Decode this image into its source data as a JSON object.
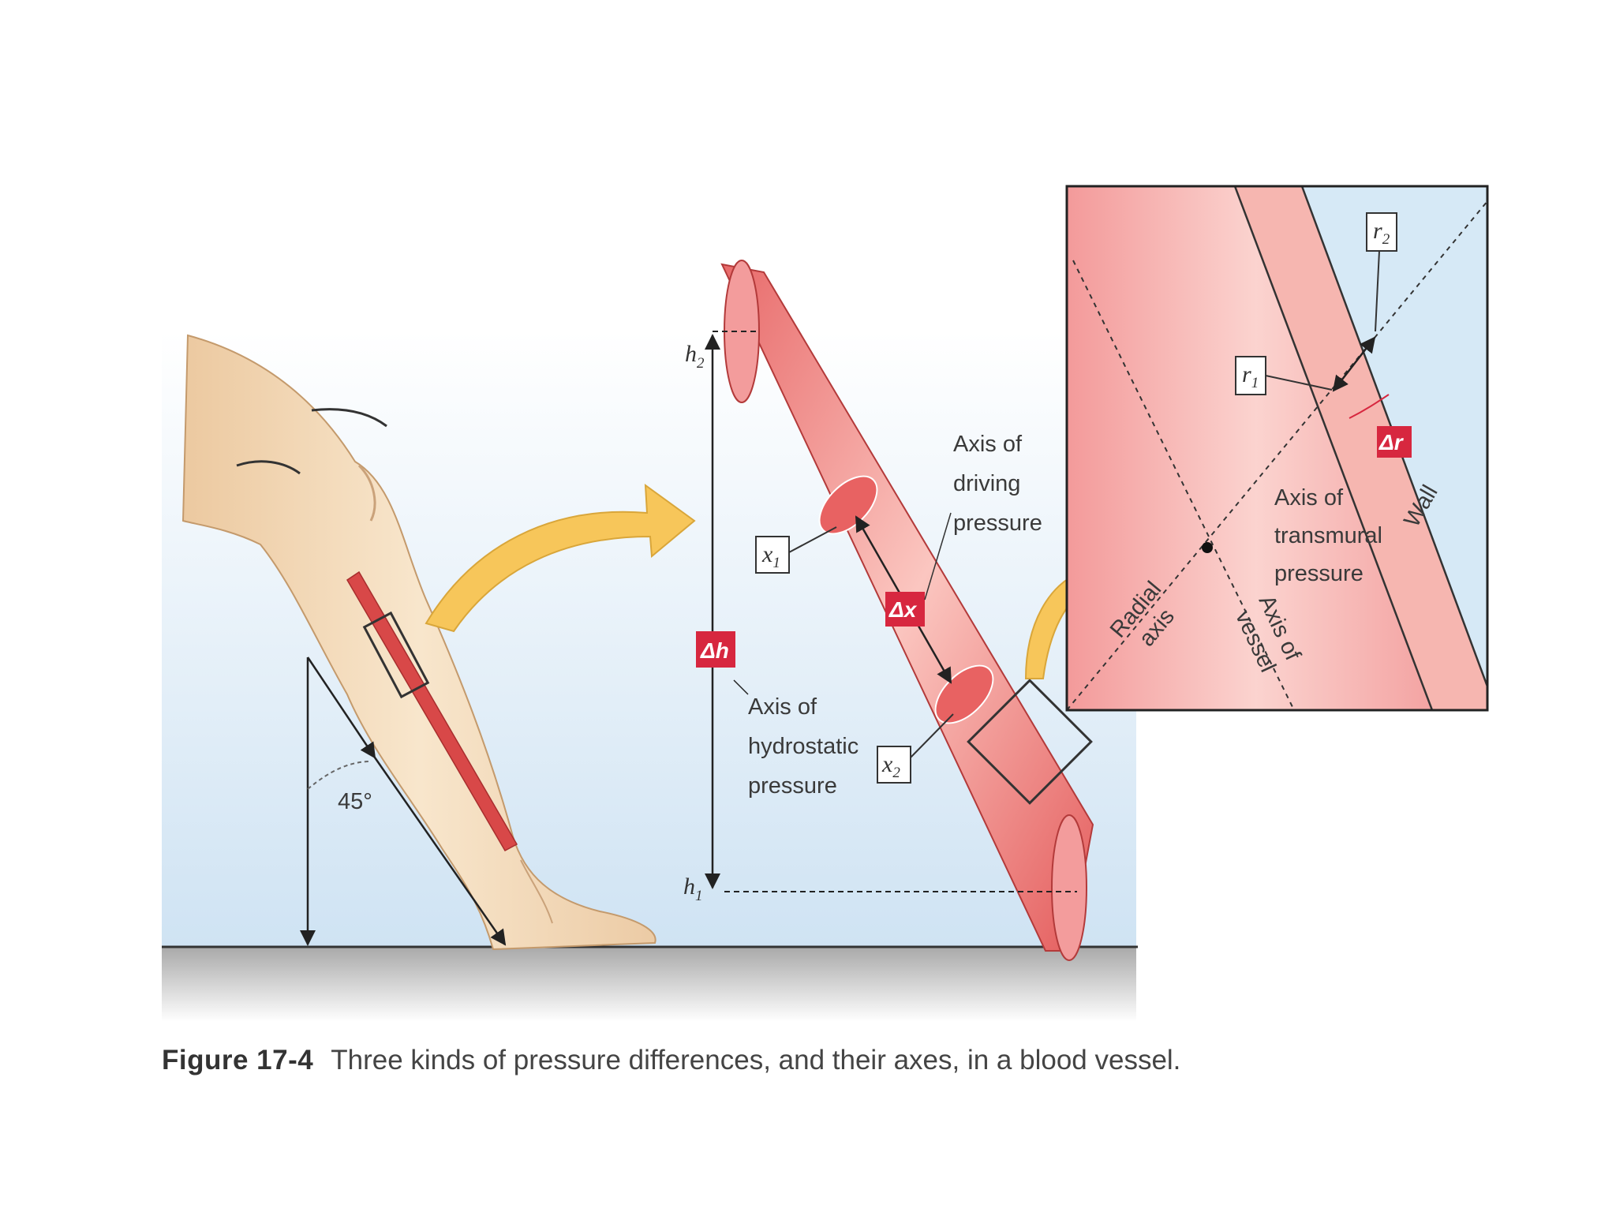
{
  "labels": {
    "h2": "h",
    "h2_sub": "2",
    "h1": "h",
    "h1_sub": "1",
    "delta_h": "Δh",
    "hydrostatic_axis": [
      "Axis of",
      "hydrostatic",
      "pressure"
    ],
    "x1": "x",
    "x1_sub": "1",
    "x2": "x",
    "x2_sub": "2",
    "delta_x": "Δx",
    "driving_axis": [
      "Axis of",
      "driving",
      "pressure"
    ],
    "angle": "45°",
    "r1": "r",
    "r1_sub": "1",
    "r2": "r",
    "r2_sub": "2",
    "delta_r": "Δr",
    "transmural_axis": [
      "Axis of",
      "transmural",
      "pressure"
    ],
    "wall": "Wall",
    "radial_axis": [
      "Radial",
      "axis"
    ],
    "vessel_axis": [
      "Axis of",
      "vessel"
    ]
  },
  "caption": {
    "figure_number": "Figure 17-4",
    "text": "Three kinds of pressure differences, and their axes, in a blood vessel."
  },
  "colors": {
    "tag_red": "#d7273f",
    "vessel_pink": "#f08a8a",
    "skin": "#f3dcbc",
    "arrow_yellow": "#f7c65a",
    "sky_blue": "#d6e9f6"
  }
}
